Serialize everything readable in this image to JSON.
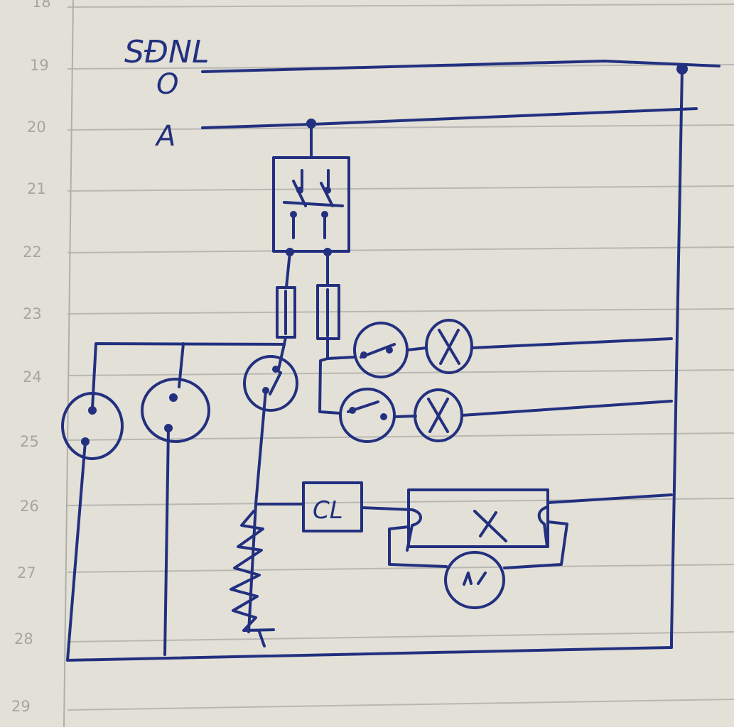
{
  "diagram": {
    "title": "SĐNL",
    "wire_labels": {
      "neutral": "O",
      "phase": "A"
    },
    "tube_starter_label": "CL",
    "line_numbers": [
      "18",
      "19",
      "20",
      "21",
      "22",
      "23",
      "24",
      "25",
      "26",
      "27",
      "28",
      "29"
    ]
  },
  "colors": {
    "paper": "#e3e0d7",
    "rule": "#b9b7b3",
    "margin": "#b0aeaa",
    "ink": "#22307f",
    "line_number": "#a7a59c"
  }
}
